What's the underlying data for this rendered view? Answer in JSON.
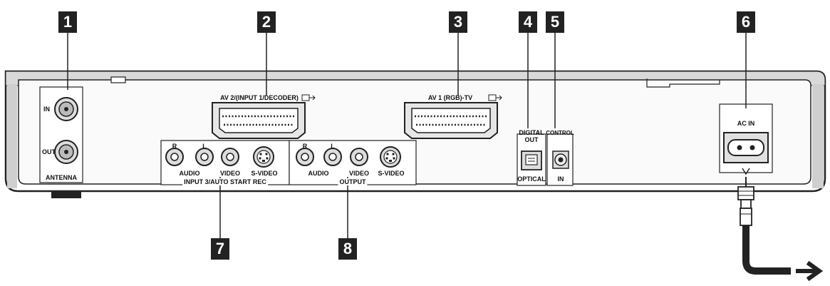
{
  "callouts": [
    "1",
    "2",
    "3",
    "4",
    "5",
    "6",
    "7",
    "8"
  ],
  "labels": {
    "antenna_in": "IN",
    "antenna_out": "OUT",
    "antenna": "ANTENNA",
    "av2": "AV 2/(INPUT 1/DECODER)",
    "av1": "AV 1 (RGB)-TV",
    "digital_out": "DIGITAL OUT",
    "optical": "OPTICAL",
    "control": "CONTROL",
    "control_in": "IN",
    "ac_in": "AC IN",
    "in3_r": "R",
    "in3_l": "L",
    "in3_audio": "AUDIO",
    "in3_video": "VIDEO",
    "in3_svideo": "S-VIDEO",
    "input3": "INPUT 3/AUTO START REC",
    "out_r": "R",
    "out_l": "L",
    "out_audio": "AUDIO",
    "out_video": "VIDEO",
    "out_svideo": "S-VIDEO",
    "output": "OUTPUT"
  }
}
